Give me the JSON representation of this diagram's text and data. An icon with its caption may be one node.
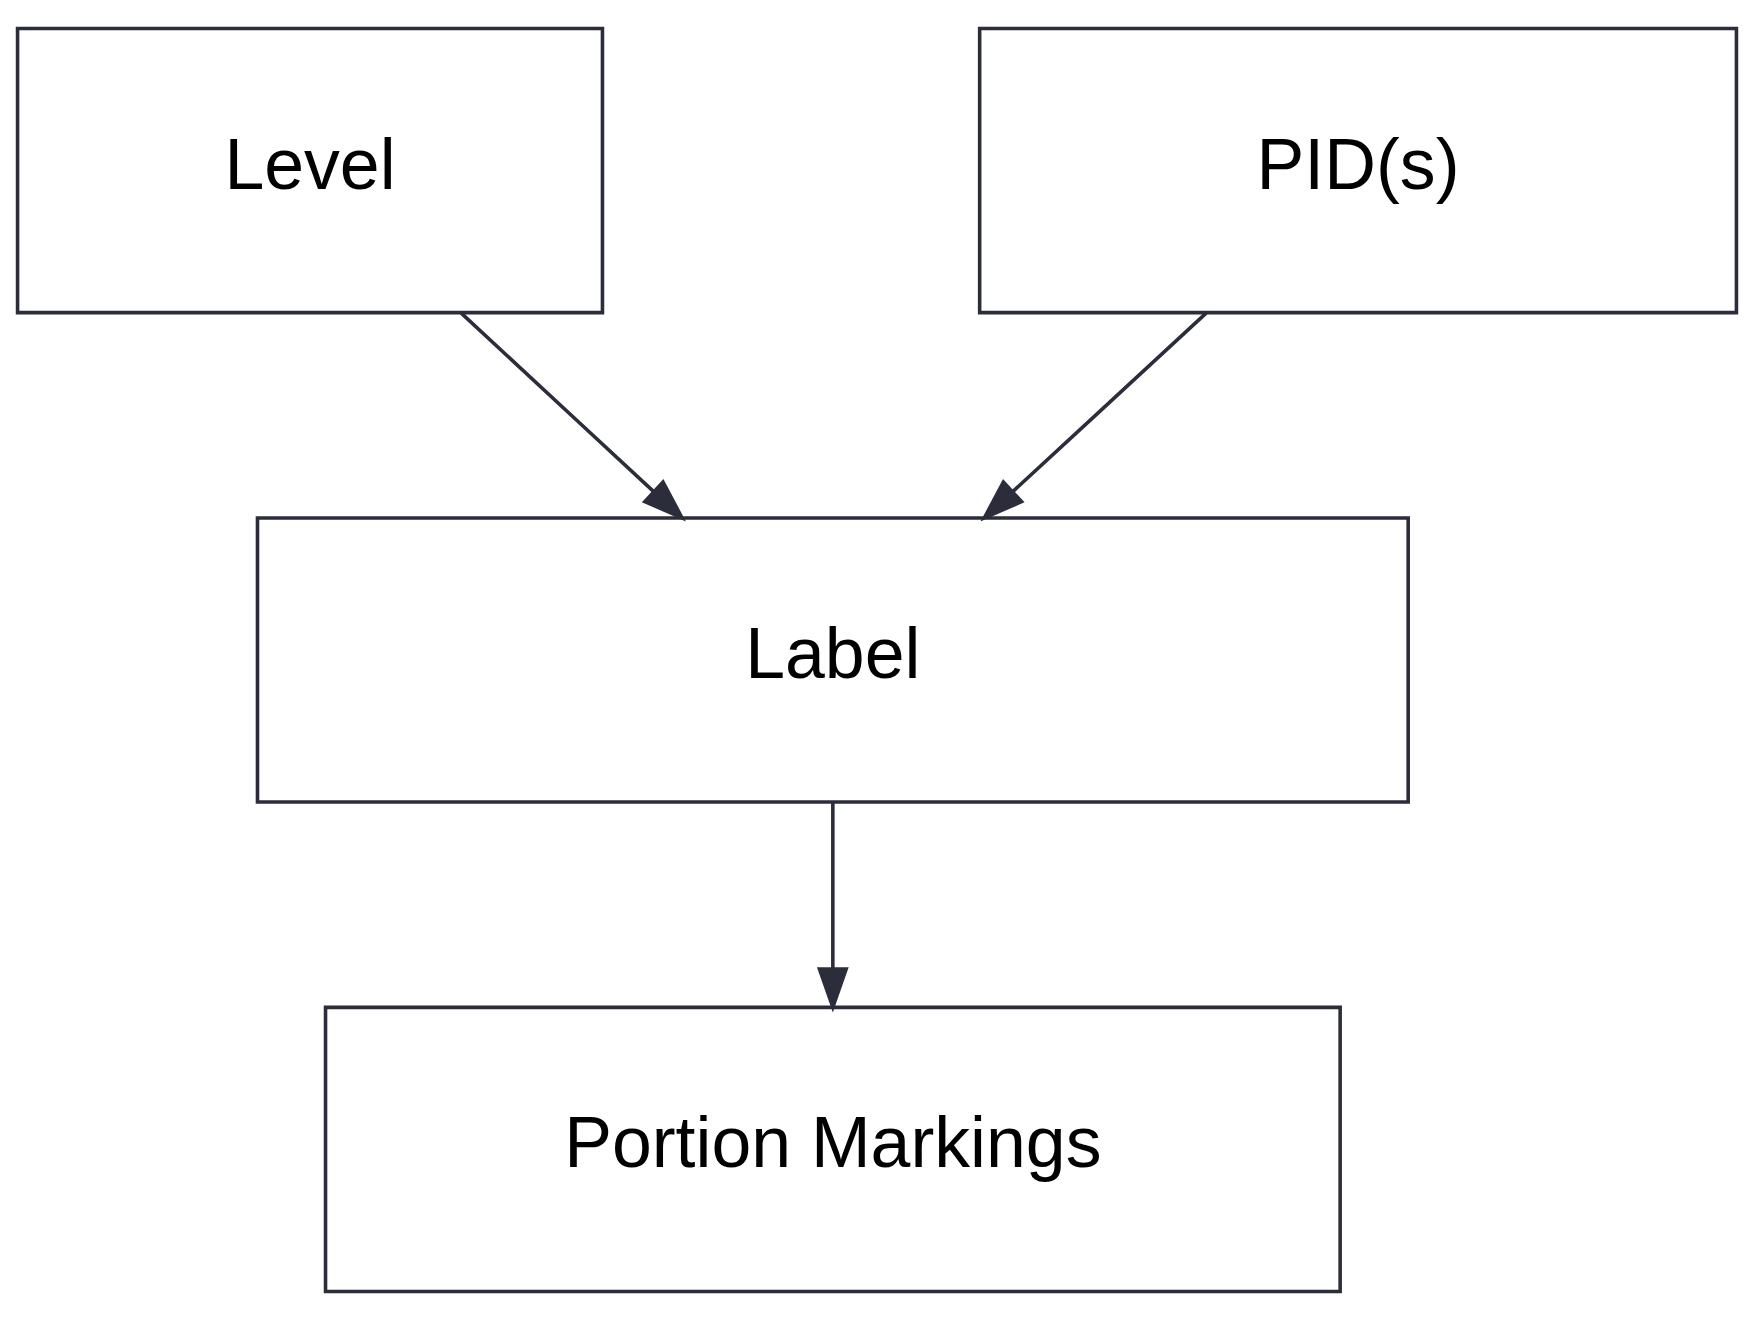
{
  "diagram": {
    "nodes": [
      {
        "text": [
          "Level"
        ]
      },
      {
        "text": [
          "PID(s)"
        ]
      },
      {
        "text": [
          "Label"
        ]
      },
      {
        "text": [
          "Portion Markings"
        ]
      }
    ],
    "edges": [
      {
        "from": 0,
        "to": 2,
        "arrow": "to"
      },
      {
        "from": 1,
        "to": 2,
        "arrow": "to"
      },
      {
        "from": 2,
        "to": 3,
        "arrow": "to"
      }
    ]
  }
}
